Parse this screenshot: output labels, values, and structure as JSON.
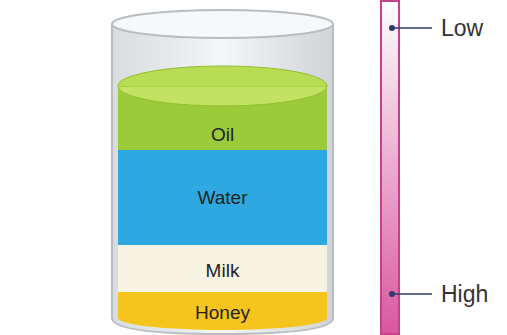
{
  "diagram": {
    "nodes": [
      {
        "text": [
          "Oil"
        ]
      },
      {
        "text": [
          "Water"
        ]
      },
      {
        "text": [
          "Milk"
        ]
      },
      {
        "text": [
          "Honey"
        ]
      }
    ],
    "labels": [
      "Low",
      "High"
    ]
  }
}
